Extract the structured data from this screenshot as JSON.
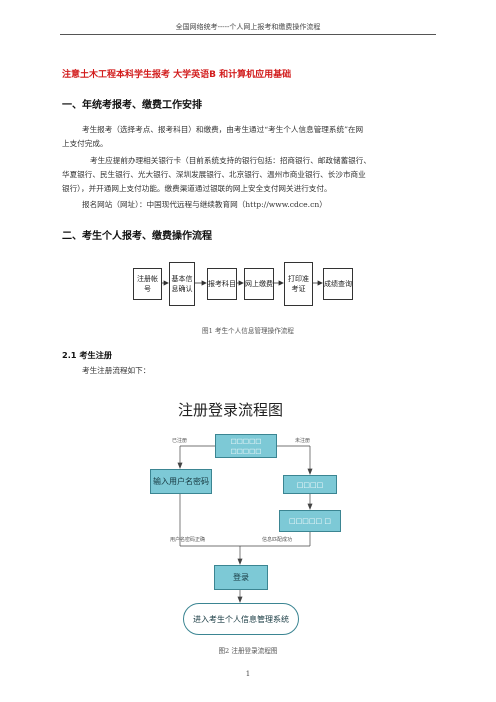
{
  "header": {
    "text": "全国网络统考-----个人网上报考和缴费操作流程"
  },
  "doc_title": "注意土木工程本科学生报考 大学英语B  和计算机应用基础",
  "section1": {
    "heading": "一、年统考报考、缴费工作安排",
    "para1_line1": "考生报考（选择考点、报考科目）和缴费，由考生通过“考生个人信息管理系统”在网",
    "para1_line2": "上支付完成。",
    "para2_line1": "考生应提前办理相关银行卡（目前系统支持的银行包括：招商银行、邮政储蓄银行、",
    "para2_line2": "华夏银行、民生银行、光大银行、深圳发展银行、北京银行、温州市商业银行、长沙市商业",
    "para2_line3": "银行），并开通网上支付功能。缴费渠道通过银联的网上安全支付网关进行支付。",
    "para3": "报名网站（网址）：中国现代远程与继续教育网（http://www.cdce.cn）"
  },
  "section2": {
    "heading": "二、考生个人报考、缴费操作流程",
    "flow_steps": [
      "注册帐号",
      "基本信息确认",
      "报考科目",
      "网上缴费",
      "打印准考证",
      "成绩查询"
    ],
    "figure1_caption": "图1  考生个人信息管理操作流程",
    "sub_heading": "2.1 考生注册",
    "sub_text": "考生注册流程如下：",
    "diagram": {
      "title": "注册登录流程图",
      "top_box": "□□□□□ □□□□□",
      "label_registered": "已注册",
      "label_unregistered": "未注册",
      "input_box": "输入用户名密码",
      "box_right1": "□□□□",
      "box_right2": "□□□□□ □",
      "label_correct": "用户名密码正确",
      "label_success": "信息匹配成功",
      "login_box": "登录",
      "final_box": "进入考生个人信息管理系统"
    },
    "figure2_caption": "图2   注册登录流程图"
  },
  "page_number": "1"
}
